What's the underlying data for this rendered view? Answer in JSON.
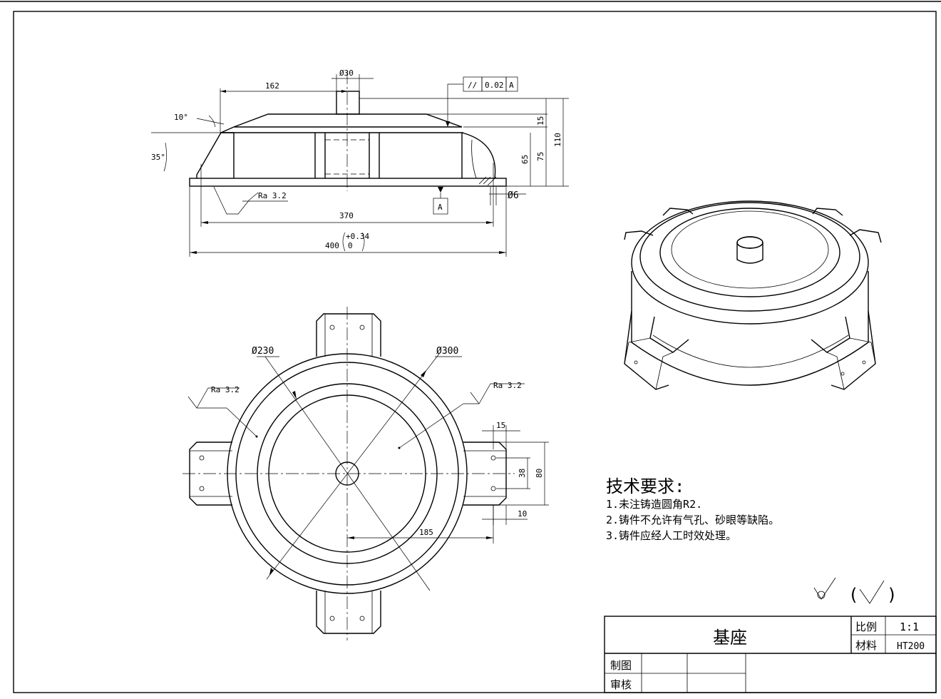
{
  "drawing": {
    "top_view_dims": {
      "shaft_dia": "Ø30",
      "offset": "162",
      "angle_top": "10°",
      "angle_side": "35°",
      "parallelism_symbol": "//",
      "parallelism_tol": "0.02",
      "datum_ref": "A",
      "h1": "15",
      "h2": "65",
      "h3": "75",
      "h4": "110",
      "roughness": "Ra  3.2",
      "datum_label": "A",
      "hole_dia": "Ø6",
      "inner_len": "370",
      "overall_len": "400",
      "tol_upper": "+0.34",
      "tol_lower": "0"
    },
    "plan_view_dims": {
      "dia_inner": "Ø230",
      "dia_outer": "Ø300",
      "roughness_left": "Ra  3.2",
      "roughness_right": "Ra  3.2",
      "lug_width": "15",
      "lug_hole_spacing": "38",
      "lug_len": "80",
      "lug_offset": "10",
      "radius_to_lug": "185"
    },
    "requirements": {
      "heading": "技术要求:",
      "items": [
        "1.未注铸造圆角R2.",
        "2.铸件不允许有气孔、砂眼等缺陷。",
        "3.铸件应经人工时效处理。"
      ]
    },
    "surface_symbol": {
      "open_paren": "(",
      "close_paren": ")"
    },
    "title_block": {
      "part_name": "基座",
      "scale_label": "比例",
      "scale_value": "1:1",
      "material_label": "材料",
      "material_value": "HT200",
      "drawn_label": "制图",
      "checked_label": "审核"
    }
  }
}
